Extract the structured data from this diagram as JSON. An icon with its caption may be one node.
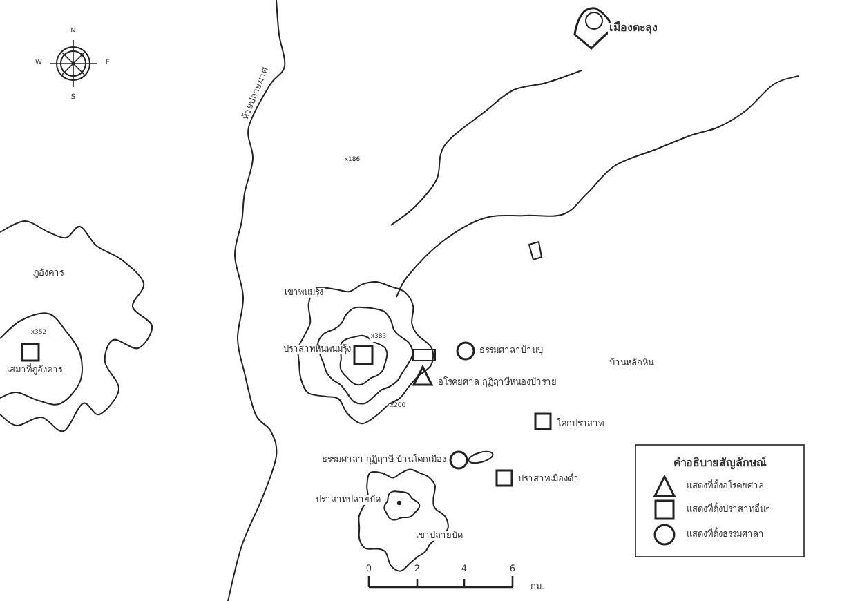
{
  "diagram": {
    "labels": [
      "เมืองตะลุง",
      "N",
      "W",
      "E",
      "S",
      "ห้วยปลายมาศ",
      "x186",
      "ภูอังคาร",
      "เขาพนมรุ้ง",
      "x352",
      "ปราสาทหินพนมรุ้ง",
      "x383",
      "ธรรมศาลาบ้านบุ",
      "บ้านหลักหิน",
      "เสมาที่ภูอังคาร",
      "อโรคยศาล กุฏิฤาษีหนองบัวราย",
      "x200",
      "โคกปราสาท",
      "ธรรมศาลา กุฏิฤาษี บ้านโคกเมือง",
      "ปราสาทเมืองต่ำ",
      "ปราสาทปลายบัด",
      "เขาปลายบัด",
      "คำอธิบายสัญลักษณ์",
      "0",
      "2",
      "4",
      "6",
      "กม."
    ],
    "legend": [
      {
        "text": "แสดงที่ตั้งอโรคยศาล"
      },
      {
        "text": "แสดงที่ตั้งปราสาทอื่นๆ"
      },
      {
        "text": "แสดงที่ตั้งธรรมศาลา"
      }
    ]
  }
}
